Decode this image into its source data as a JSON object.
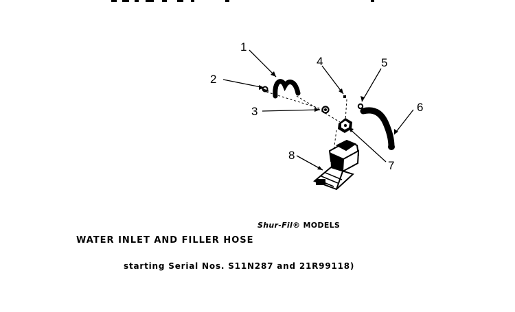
{
  "header": {
    "cut_off_text": ""
  },
  "callouts": [
    "1",
    "2",
    "3",
    "4",
    "5",
    "6",
    "7",
    "8"
  ],
  "captions": {
    "models_brand": "Shur-Fil®",
    "models_word": "MODELS",
    "title": "WATER INLET AND FILLER HOSE",
    "serial": "starting Serial Nos. S11N287 and 21R99118)"
  },
  "colors": {
    "ink": "#000000",
    "background": "#ffffff"
  }
}
